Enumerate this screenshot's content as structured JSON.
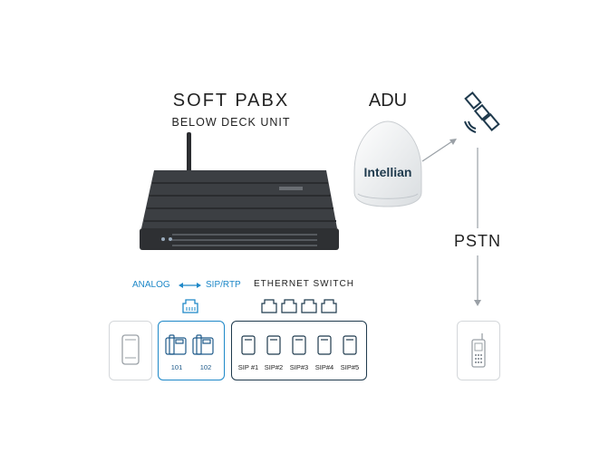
{
  "title": "SOFT PABX",
  "subtitle": "BELOW DECK UNIT",
  "adu": {
    "label": "ADU",
    "brand": "Intellian"
  },
  "pstn": "PSTN",
  "analog": "ANALOG",
  "sip_rtp": "SIP/RTP",
  "ethernet_switch": "ETHERNET SWITCH",
  "analog_phones": [
    "101",
    "102"
  ],
  "sip_phones": [
    "SIP #1",
    "SIP#2",
    "SIP#3",
    "SIP#4",
    "SIP#5"
  ],
  "colors": {
    "accent": "#1e88c8",
    "dark_box": "#1f3a4d",
    "device": "#3a3d40"
  }
}
